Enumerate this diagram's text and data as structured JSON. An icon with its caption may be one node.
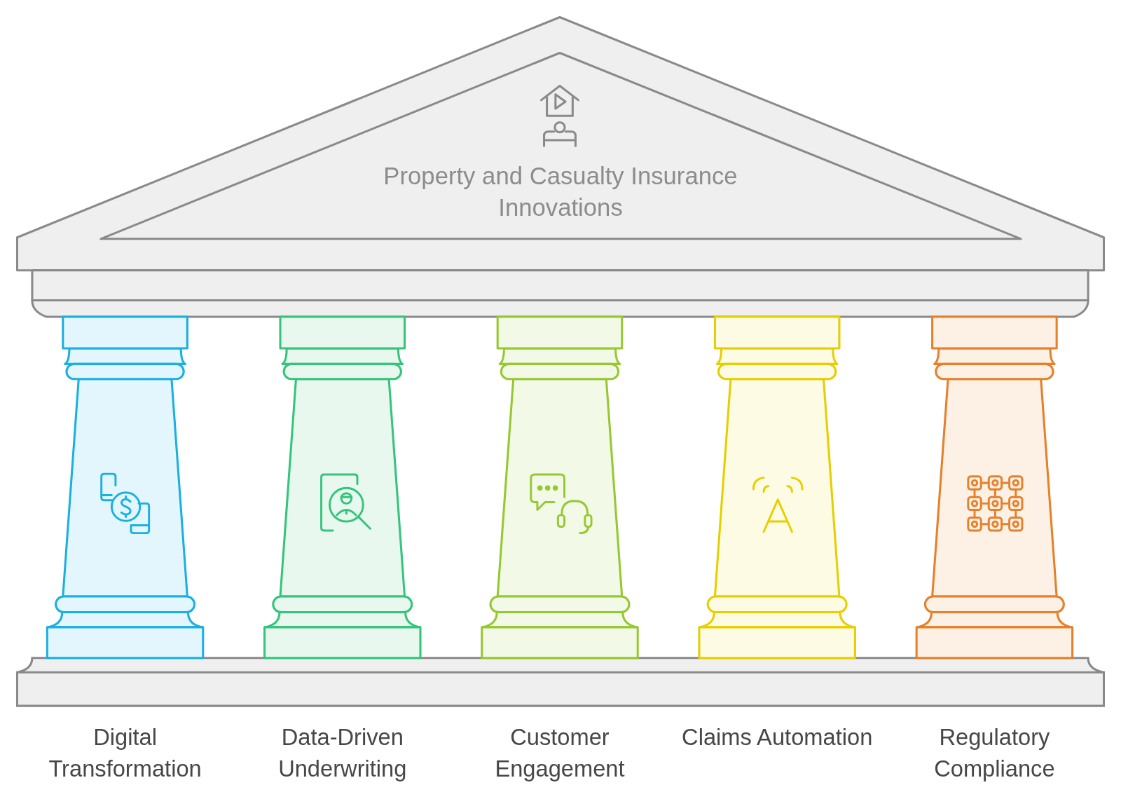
{
  "diagram": {
    "nodes": [
      {
        "text": [
          "Property and Casualty Insurance Innovations"
        ]
      },
      {
        "text": [
          "Digital Transformation"
        ]
      },
      {
        "text": [
          "Data-Driven Underwriting"
        ]
      },
      {
        "text": [
          "Customer Engagement"
        ]
      },
      {
        "text": [
          "Claims Automation"
        ]
      },
      {
        "text": [
          "Regulatory Compliance"
        ]
      }
    ]
  }
}
